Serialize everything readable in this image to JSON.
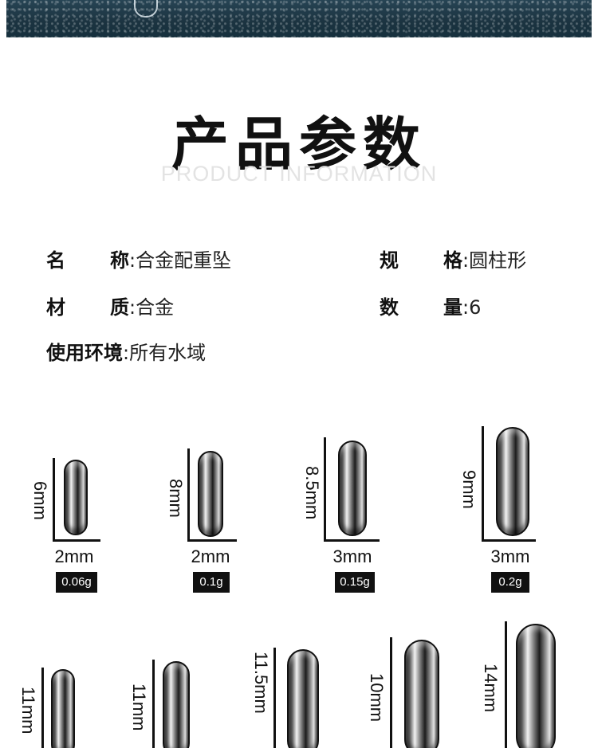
{
  "banner": {
    "hook": "hook"
  },
  "header": {
    "title": "产品参数",
    "subtitle": "PRODUCT INFORMATION"
  },
  "specs": {
    "name_k1": "名",
    "name_k2": "称",
    "name_v": "合金配重坠",
    "spec_k1": "规",
    "spec_k2": "格",
    "spec_v": "圆柱形",
    "material_k1": "材",
    "material_k2": "质",
    "material_v": "合金",
    "qty_k1": "数",
    "qty_k2": "量",
    "qty_v": "6",
    "env_k": "使用环境",
    "env_v": "所有水域",
    "sep": ":"
  },
  "products_row1": [
    {
      "height": "6mm",
      "width": "2mm",
      "weight": "0.06g"
    },
    {
      "height": "8mm",
      "width": "2mm",
      "weight": "0.1g"
    },
    {
      "height": "8.5mm",
      "width": "3mm",
      "weight": "0.15g"
    },
    {
      "height": "9mm",
      "width": "3mm",
      "weight": "0.2g"
    }
  ],
  "products_row2": [
    {
      "height": "11mm"
    },
    {
      "height": "11mm"
    },
    {
      "height": "11.5mm"
    },
    {
      "height": "10mm"
    },
    {
      "height": "14mm"
    }
  ]
}
